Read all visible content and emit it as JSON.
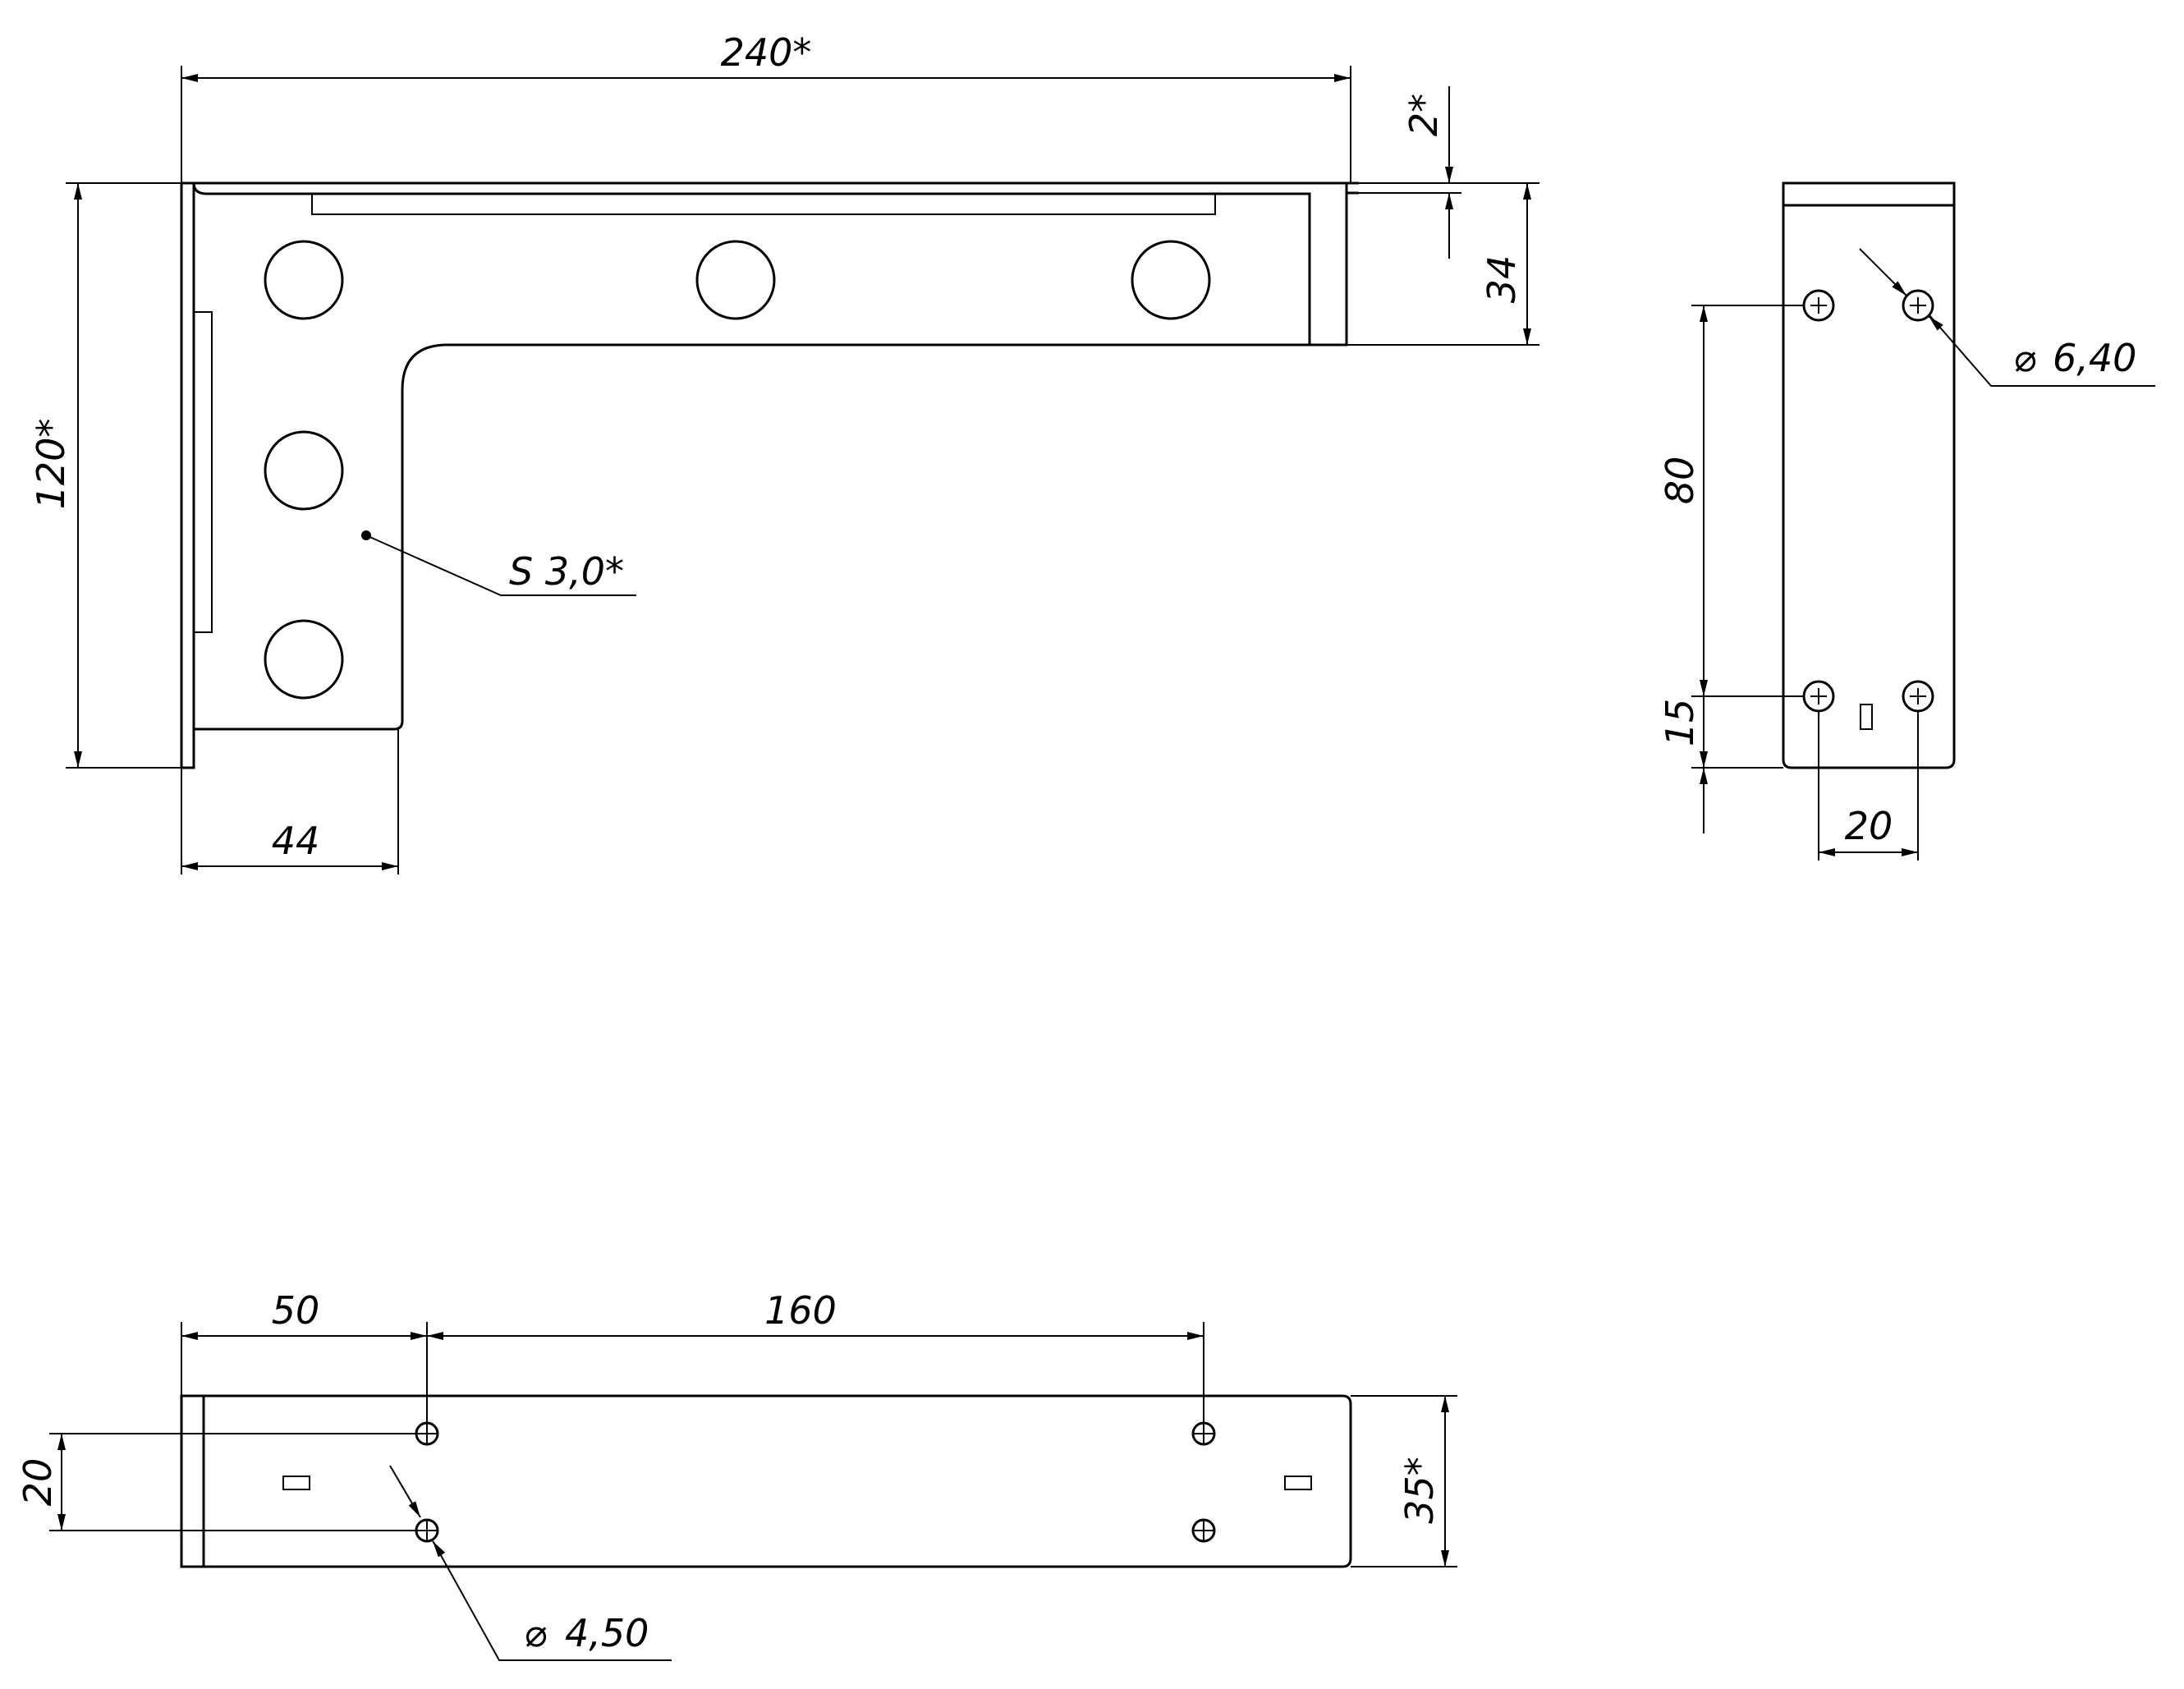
{
  "front_view": {
    "dim_width": "240*",
    "dim_flange_thickness": "2*",
    "dim_flange_height": "34",
    "dim_height": "120*",
    "dim_leg_width": "44",
    "note_thickness": "S 3,0*"
  },
  "side_view": {
    "dim_hole_vertical": "80",
    "dim_hole_bottom": "15",
    "dim_hole_horizontal": "20",
    "hole_diameter": "6,40",
    "diameter_symbol": "⌀"
  },
  "bottom_view": {
    "dim_first_hole": "50",
    "dim_hole_spacing": "160",
    "dim_hole_vertical": "20",
    "dim_depth": "35*",
    "hole_diameter": "4,50",
    "diameter_symbol": "⌀"
  },
  "colors": {
    "line": "#000000",
    "paper": "#ffffff"
  }
}
